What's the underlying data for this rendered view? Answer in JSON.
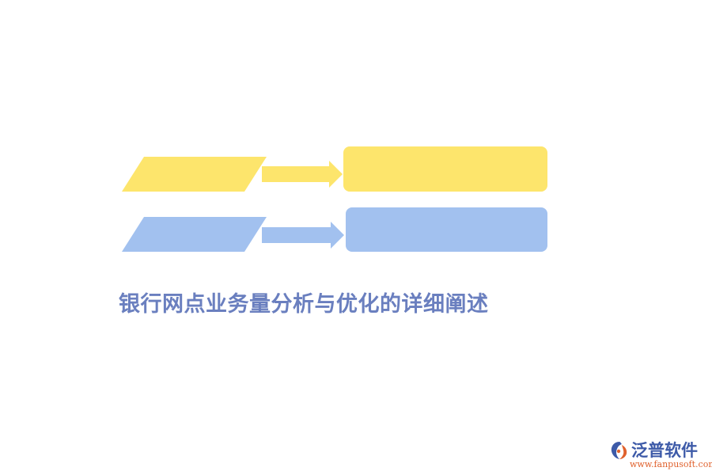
{
  "title": "银行网点业务量分析与优化的详细阐述",
  "logo": {
    "name": "泛普软件",
    "url": "www.fanpusoft.com"
  },
  "rows": [
    {
      "color": "#fde56c"
    },
    {
      "color": "#a2c1ef"
    }
  ],
  "colors": {
    "title": "#6a7fbf",
    "logo_text": "#3d5aa8",
    "logo_url": "#e0612d",
    "logo_mark_blue": "#3d5aa8",
    "logo_mark_orange": "#e0612d"
  },
  "icons": [
    "arrow-right-icon",
    "fanpu-logo-icon"
  ]
}
